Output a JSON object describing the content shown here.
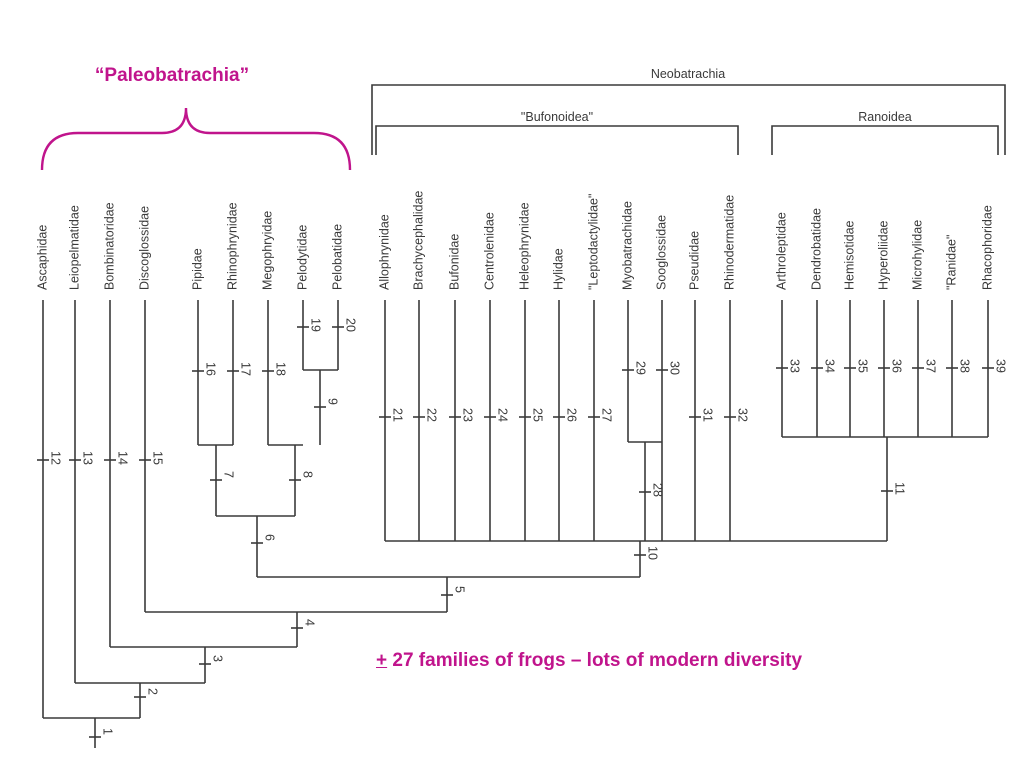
{
  "colors": {
    "accent": "#c0148c",
    "lines": "#3a3a3a"
  },
  "headline": "“Paleobatrachia”",
  "caption": {
    "symbol": "+",
    "text": " 27 families of frogs – lots of modern diversity"
  },
  "groups": {
    "neo": "Neobatrachia",
    "bufo": "\"Bufonoidea\"",
    "rano": "Ranoidea"
  },
  "taxa": [
    "Ascaphidae",
    "Leiopelmatidae",
    "Bombinatoridae",
    "Discoglossidae",
    "Pipidae",
    "Rhinophrynidae",
    "Megophryidae",
    "Pelodytidae",
    "Pelobatidae",
    "Allophrynidae",
    "Brachycephalidae",
    "Bufonidae",
    "Centrolenidae",
    "Heleophrynidae",
    "Hylidae",
    "\"Leptodactylidae\"",
    "Myobatrachidae",
    "Sooglossidae",
    "Pseudidae",
    "Rhinodermatidae",
    "Arthroleptidae",
    "Dendrobatidae",
    "Hemisotidae",
    "Hyperoliidae",
    "Microhylidae",
    "\"Ranidae\"",
    "Rhacophoridae"
  ],
  "nodes": [
    "1",
    "2",
    "3",
    "4",
    "5",
    "6",
    "7",
    "8",
    "9",
    "10",
    "11",
    "12",
    "13",
    "14",
    "15",
    "16",
    "17",
    "18",
    "19",
    "20",
    "21",
    "22",
    "23",
    "24",
    "25",
    "26",
    "27",
    "28",
    "29",
    "30",
    "31",
    "32",
    "33",
    "34",
    "35",
    "36",
    "37",
    "38",
    "39"
  ]
}
